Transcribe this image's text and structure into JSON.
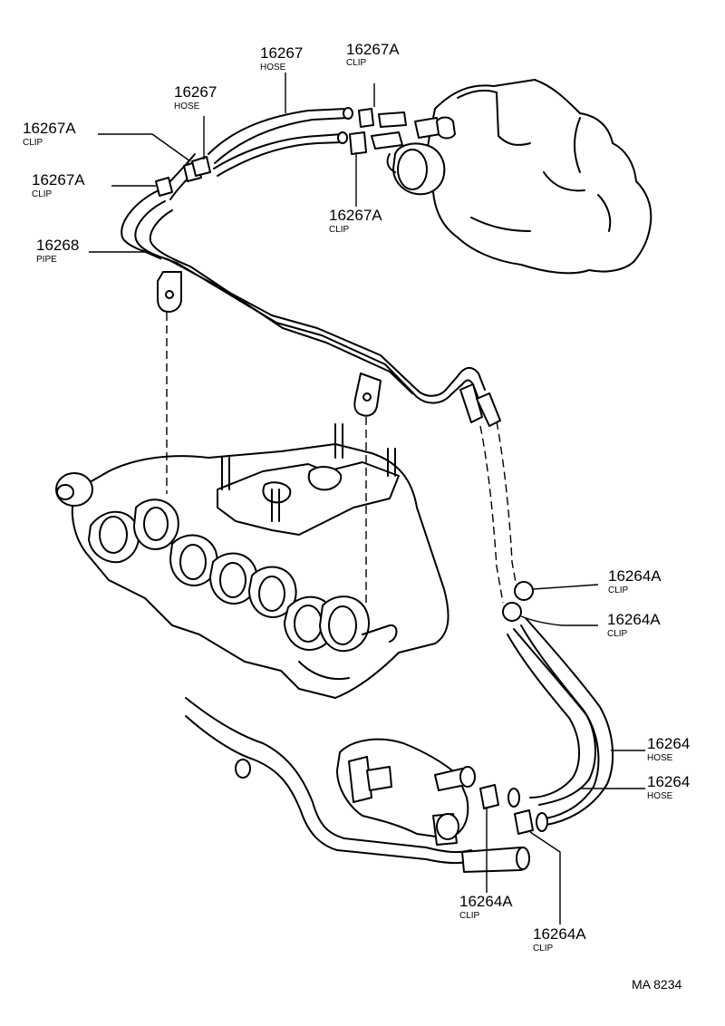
{
  "callouts": [
    {
      "part": "16267",
      "desc": "HOSE"
    },
    {
      "part": "16267A",
      "desc": "CLIP"
    },
    {
      "part": "16267",
      "desc": "HOSE"
    },
    {
      "part": "16267A",
      "desc": "CLIP"
    },
    {
      "part": "16267A",
      "desc": "CLIP"
    },
    {
      "part": "16267A",
      "desc": "CLIP"
    },
    {
      "part": "16268",
      "desc": "PIPE"
    },
    {
      "part": "16264A",
      "desc": "CLIP"
    },
    {
      "part": "16264A",
      "desc": "CLIP"
    },
    {
      "part": "16264",
      "desc": "HOSE"
    },
    {
      "part": "16264",
      "desc": "HOSE"
    },
    {
      "part": "16264A",
      "desc": "CLIP"
    },
    {
      "part": "16264A",
      "desc": "CLIP"
    }
  ],
  "reference_code": "MA 8234"
}
